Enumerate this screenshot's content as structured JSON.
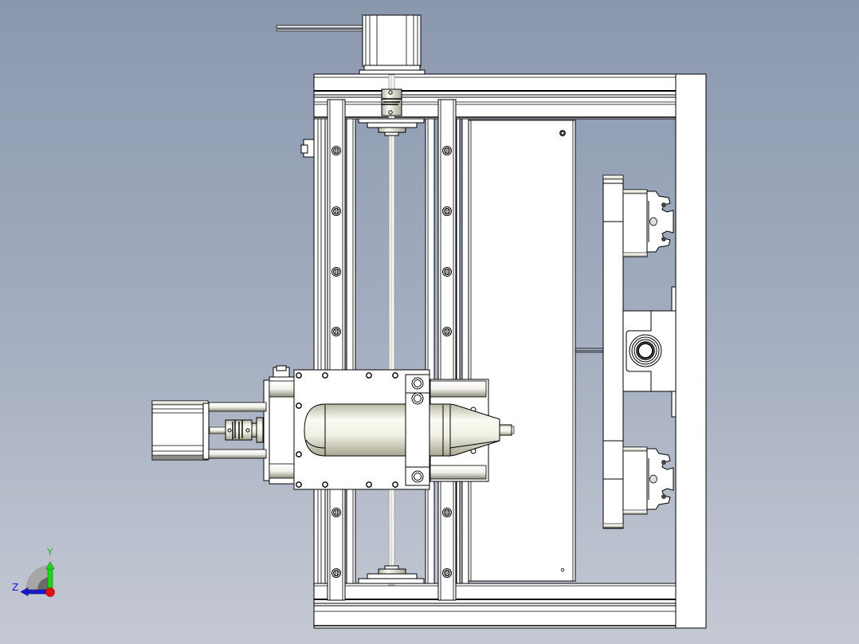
{
  "viewport": {
    "background_top": "#8a98ae",
    "background_bottom": "#c5c9d4",
    "view_type": "CAD model view (orthographic, side view)"
  },
  "model": {
    "name": "two-axis linear gantry assembly",
    "components": [
      "top-stepper-motor",
      "top-shaft-coupling",
      "aluminum-profile-frame",
      "vertical-linear-rails",
      "lead-screw",
      "base-plate",
      "carriage-plate",
      "side-stepper-motor",
      "side-shaft-coupling",
      "cylindrical-workpiece",
      "clamp-bracket",
      "right-linear-guide-blocks",
      "right-bearing-block",
      "end-bearing-supports"
    ],
    "colors": {
      "line": "#000000",
      "fill": "#ffffff",
      "shade": "#c8c8bc"
    }
  },
  "triad": {
    "x_label": "",
    "y_label": "Y",
    "z_label": "Z",
    "y_color": "#16c116",
    "z_color": "#1a1ad0",
    "origin_color": "#e01010"
  }
}
